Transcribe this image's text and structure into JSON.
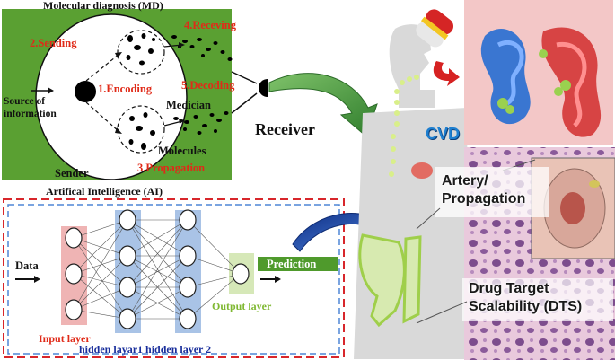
{
  "md": {
    "title": "Molecular diagnosis (MD)",
    "sending": "2.Sending",
    "receiving": "4.Receving",
    "encoding": "1.Encoding",
    "decoding": "5.Decoding",
    "source": [
      "Source of",
      "information"
    ],
    "medician": "Medician",
    "molecules": "Molecules",
    "receiver": "Receiver",
    "sender": "Sender",
    "propagation": "3.Propagation"
  },
  "ai": {
    "title": "Artifical Intelligence (AI)",
    "data": "Data",
    "prediction": "Prediction",
    "output_layer": "Output layer",
    "input_layer": "Input layer",
    "hidden_layers": "hidden layar1 hidden layer 2"
  },
  "anatomy": {
    "cvd": "CVD",
    "artery": [
      "Artery/",
      "Propagation"
    ],
    "dts": [
      "Drug Target",
      "Scalability (DTS)"
    ]
  },
  "colors": {
    "md_panel": "#5aa032",
    "red_text": "#e02a18",
    "hidden_layer": "#a9c3e6",
    "input_layer": "#efb4b4",
    "output_layer": "#d6e8b8",
    "arrow_blue": "#1f4fb0",
    "arrow_green": "#3f8f3a",
    "cvd_text": "#1e7fd0"
  }
}
